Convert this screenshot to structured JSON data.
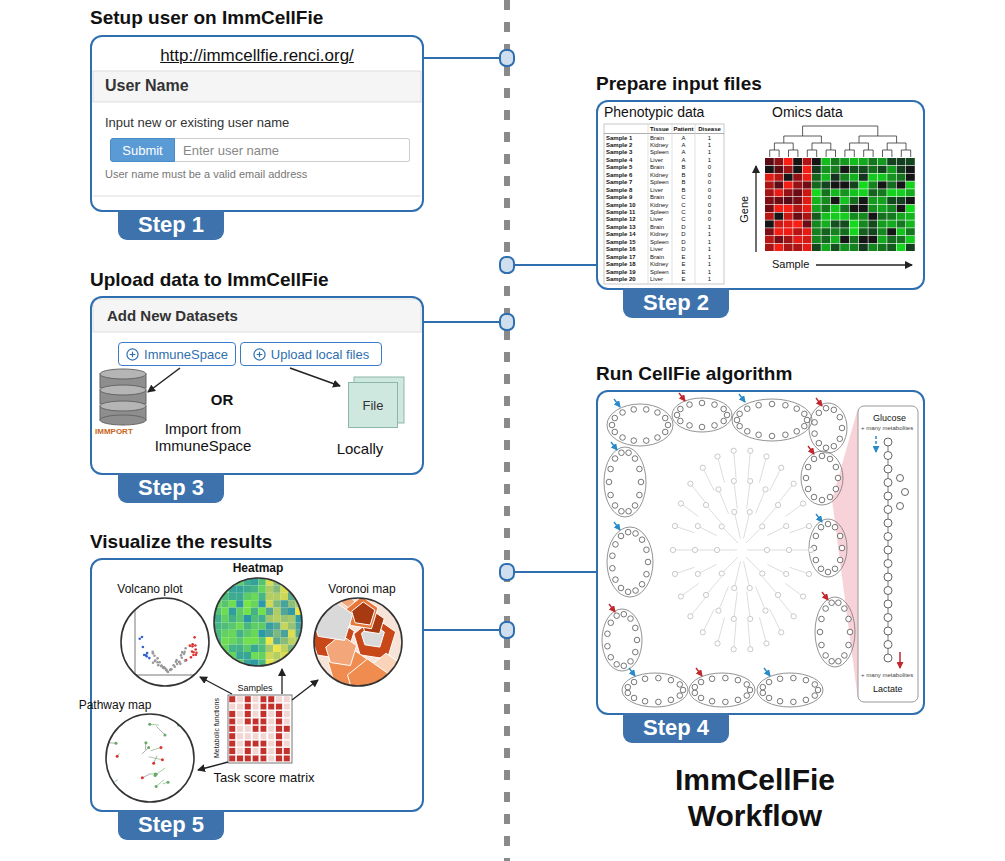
{
  "diagram": {
    "title": "ImmCellFie Workflow",
    "nodes": [
      {
        "text": [
          "Setup user on ImmCellFie"
        ]
      },
      {
        "text": [
          "Step 1"
        ],
        "in": 0
      },
      {
        "text": [
          "Submit"
        ],
        "in": 0
      },
      {
        "text": [
          "Enter user name"
        ],
        "in": 0
      },
      {
        "text": [
          "Prepare input files"
        ]
      },
      {
        "text": [
          "Step 2"
        ],
        "in": 4
      },
      {
        "text": [
          "Upload data to ImmCellFie"
        ]
      },
      {
        "text": [
          "Step 3"
        ],
        "in": 6
      },
      {
        "text": [
          "ImmuneSpace"
        ],
        "in": 6
      },
      {
        "text": [
          "Upload local files"
        ],
        "in": 6
      },
      {
        "text": [
          "File"
        ],
        "in": 6
      },
      {
        "text": [
          "Run CellFie algorithm"
        ]
      },
      {
        "text": [
          "Step 4"
        ],
        "in": 11
      },
      {
        "text": [
          "Visualize the results"
        ]
      },
      {
        "text": [
          "Step 5"
        ],
        "in": 13
      }
    ],
    "labels": [
      "http://immcellfie.renci.org/",
      "User Name",
      "Input new or existing user name",
      "User name must be a valid email address",
      "Phenotypic data",
      "Omics data",
      "Tissue",
      "Patient",
      "Disease",
      "Sample 1",
      "Brain",
      "A",
      "1",
      "Sample 2",
      "Kidney",
      "A",
      "1",
      "Sample 3",
      "Spleen",
      "A",
      "1",
      "Sample 4",
      "Liver",
      "A",
      "1",
      "Sample 5",
      "Brain",
      "B",
      "0",
      "Sample 6",
      "Kidney",
      "B",
      "0",
      "Sample 7",
      "Spleen",
      "B",
      "0",
      "Sample 8",
      "Liver",
      "B",
      "0",
      "Sample 9",
      "Brain",
      "C",
      "0",
      "Sample 10",
      "Kidney",
      "C",
      "0",
      "Sample 11",
      "Spleen",
      "C",
      "0",
      "Sample 12",
      "Liver",
      "C",
      "0",
      "Sample 13",
      "Brain",
      "D",
      "1",
      "Sample 14",
      "Kidney",
      "D",
      "1",
      "Sample 15",
      "Spleen",
      "D",
      "1",
      "Sample 16",
      "Liver",
      "D",
      "1",
      "Sample 17",
      "Brain",
      "E",
      "1",
      "Sample 18",
      "Kidney",
      "E",
      "1",
      "Sample 19",
      "Spleen",
      "E",
      "1",
      "Sample 20",
      "Liver",
      "E",
      "1",
      "Gene",
      "Sample",
      "Add New Datasets",
      "OR",
      "Import from ImmuneSpace",
      "Locally",
      "IMMPORT",
      "Glucose",
      "Lactate",
      "+ many metabolites",
      "+ many metabolites",
      "Volcano plot",
      "Heatmap",
      "Voronoi map",
      "Pathway map",
      "Task score matrix",
      "Samples",
      "Metabolic functions"
    ]
  }
}
